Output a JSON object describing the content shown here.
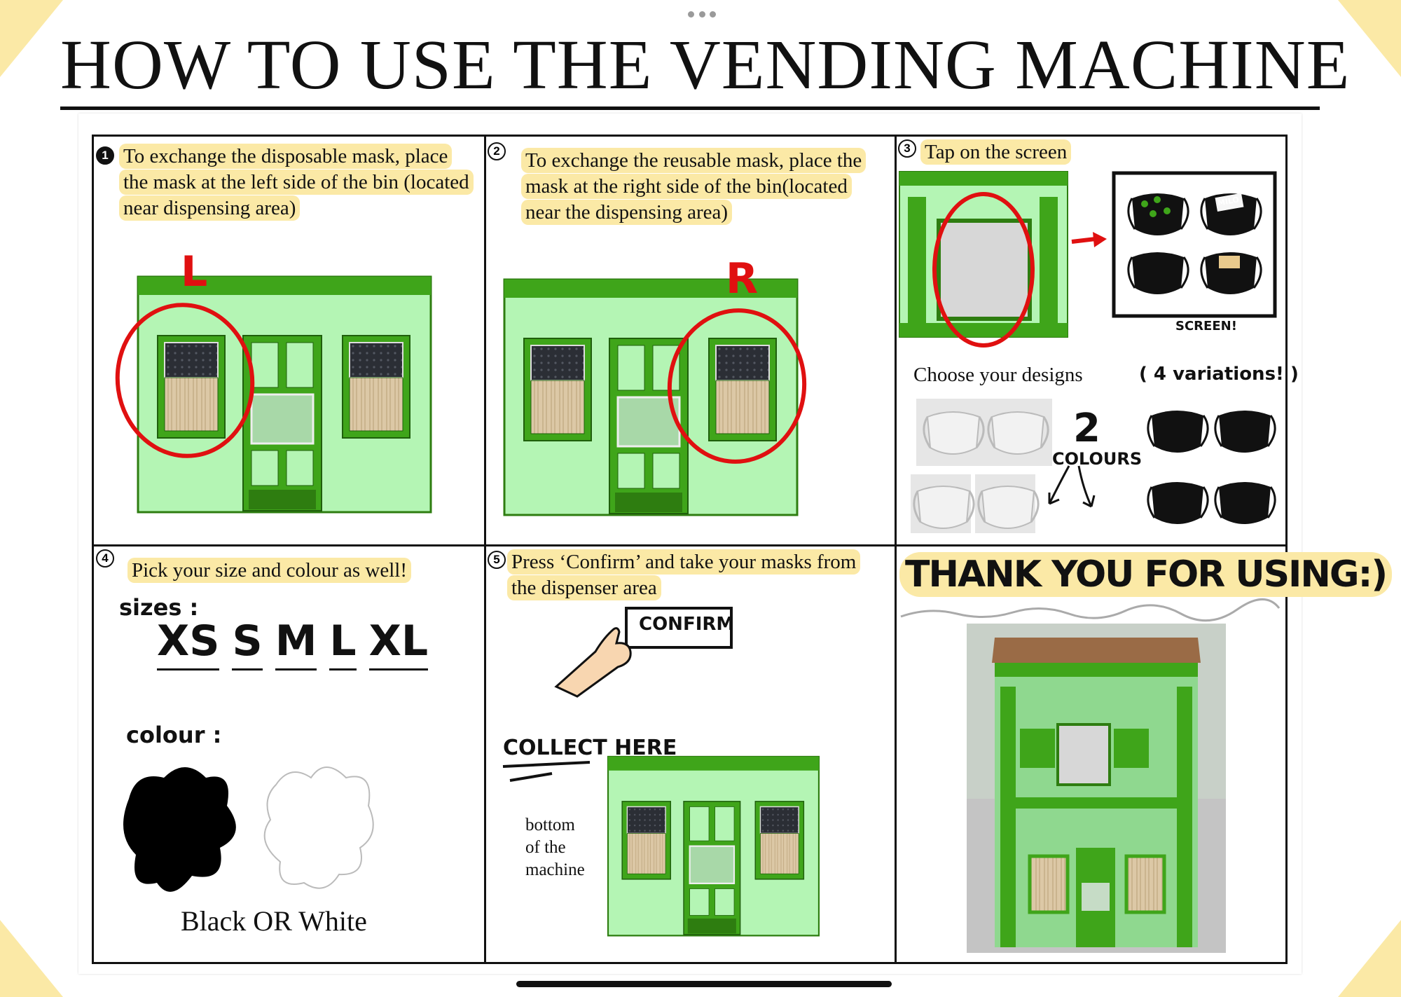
{
  "title": "HOW TO USE THE VENDING MACHINE",
  "steps": {
    "s1": {
      "number": "1",
      "text": "To exchange the disposable mask, place the mask at the left side of the bin (located near dispensing area)",
      "mark": "L"
    },
    "s2": {
      "number": "2",
      "text": "To exchange the reusable mask, place the mask at the right side of the bin(located near the dispensing area)",
      "mark": "R"
    },
    "s3": {
      "number": "3",
      "text": "Tap on the screen",
      "screen_label": "SCREEN!",
      "choose_label": "Choose your designs",
      "variations_note": "( 4 variations! )",
      "colours_count": "2",
      "colours_label": "COLOURS",
      "mask_brand": "MILO"
    },
    "s4": {
      "number": "4",
      "text": "Pick your size and colour as well!",
      "sizes_label": "sizes :",
      "sizes": [
        "XS",
        "S",
        "M",
        "L",
        "XL"
      ],
      "colour_label": "colour :",
      "colour_choice": "Black OR White"
    },
    "s5": {
      "number": "5",
      "text": "Press ‘Confirm’ and take your masks from the dispenser area",
      "confirm_label": "CONFIRM",
      "collect_label": "COLLECT HERE",
      "bottom_line1": "bottom",
      "bottom_line2": "of the",
      "bottom_line3": "machine"
    },
    "s6": {
      "text": "THANK YOU FOR USING:)"
    }
  },
  "colors": {
    "highlight": "#fbe9a6",
    "machine_light": "#b4f5b4",
    "machine_dark": "#3fa51a",
    "circle": "#e01010",
    "ink": "#111111"
  }
}
